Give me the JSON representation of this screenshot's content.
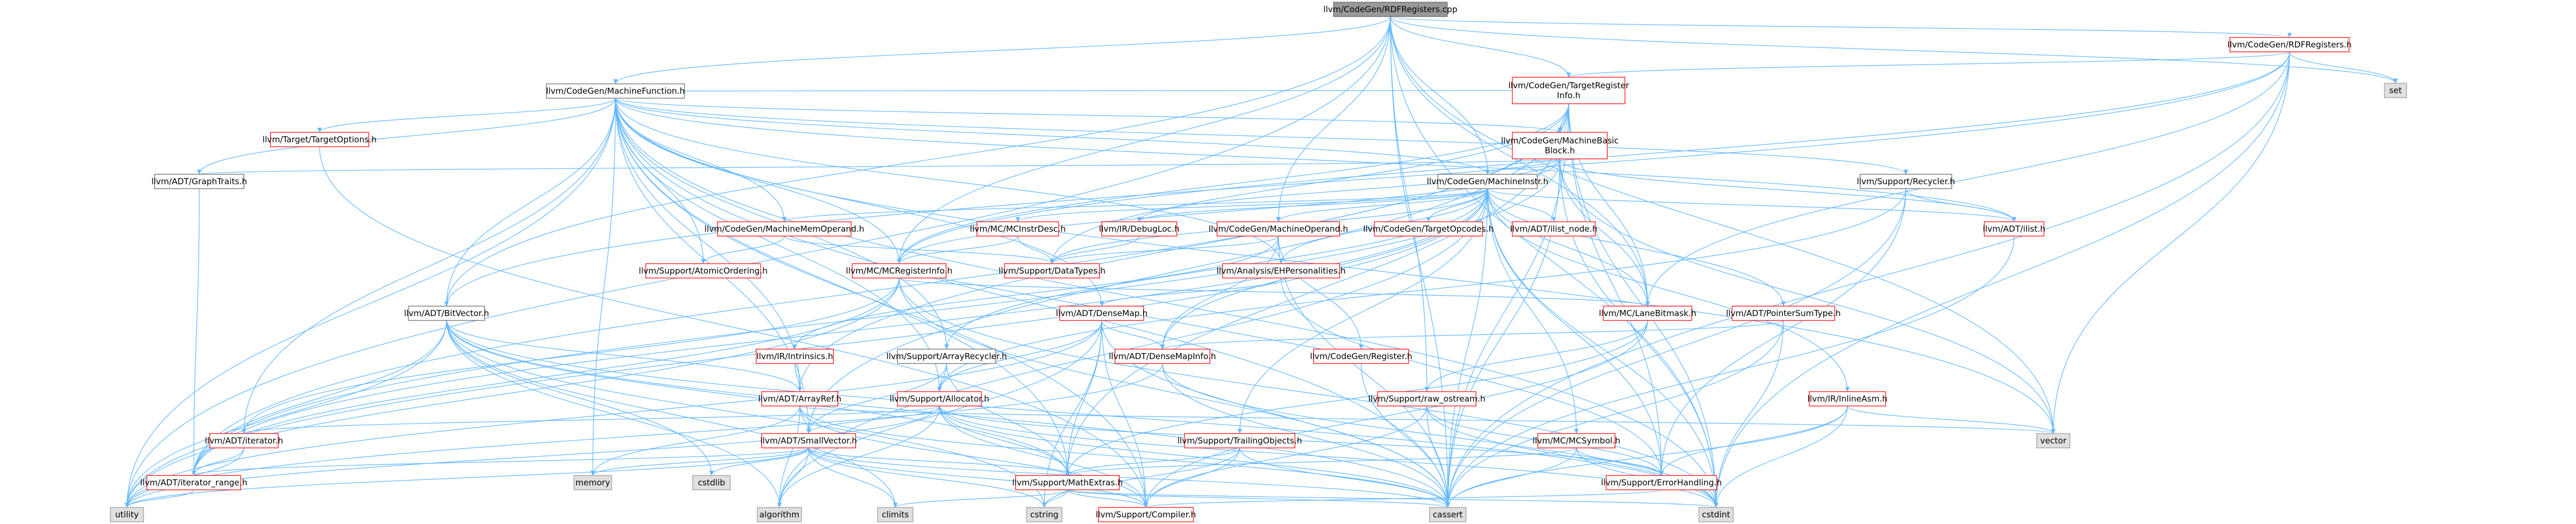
{
  "graph": {
    "nodes": [
      {
        "id": "root",
        "label": [
          "llvm/CodeGen/RDFRegisters.cpp"
        ],
        "kind": "root"
      },
      {
        "id": "rdfh",
        "label": [
          "llvm/CodeGen/RDFRegisters.h"
        ],
        "kind": "red"
      },
      {
        "id": "set",
        "label": [
          "set"
        ],
        "kind": "gray"
      },
      {
        "id": "tri",
        "label": [
          "llvm/CodeGen/TargetRegister",
          "Info.h"
        ],
        "kind": "red"
      },
      {
        "id": "mf",
        "label": [
          "llvm/CodeGen/MachineFunction.h"
        ],
        "kind": "blk"
      },
      {
        "id": "mbb",
        "label": [
          "llvm/CodeGen/MachineBasic",
          "Block.h"
        ],
        "kind": "red"
      },
      {
        "id": "targopt",
        "label": [
          "llvm/Target/TargetOptions.h"
        ],
        "kind": "red"
      },
      {
        "id": "graphtraits",
        "label": [
          "llvm/ADT/GraphTraits.h"
        ],
        "kind": "blk"
      },
      {
        "id": "mi",
        "label": [
          "llvm/CodeGen/MachineInstr.h"
        ],
        "kind": "blk"
      },
      {
        "id": "recycler",
        "label": [
          "llvm/Support/Recycler.h"
        ],
        "kind": "blk"
      },
      {
        "id": "mmo",
        "label": [
          "llvm/CodeGen/MachineMemOperand.h"
        ],
        "kind": "red"
      },
      {
        "id": "mcid",
        "label": [
          "llvm/MC/MCInstrDesc.h"
        ],
        "kind": "red"
      },
      {
        "id": "debugloc",
        "label": [
          "llvm/IR/DebugLoc.h"
        ],
        "kind": "red"
      },
      {
        "id": "mo",
        "label": [
          "llvm/CodeGen/MachineOperand.h"
        ],
        "kind": "red"
      },
      {
        "id": "targopc",
        "label": [
          "llvm/CodeGen/TargetOpcodes.h"
        ],
        "kind": "red"
      },
      {
        "id": "ilistnode",
        "label": [
          "llvm/ADT/ilist_node.h"
        ],
        "kind": "red"
      },
      {
        "id": "ilist",
        "label": [
          "llvm/ADT/ilist.h"
        ],
        "kind": "red"
      },
      {
        "id": "atomicord",
        "label": [
          "llvm/Support/AtomicOrdering.h"
        ],
        "kind": "red"
      },
      {
        "id": "mcreg",
        "label": [
          "llvm/MC/MCRegisterInfo.h"
        ],
        "kind": "red"
      },
      {
        "id": "datatypes",
        "label": [
          "llvm/Support/DataTypes.h"
        ],
        "kind": "red"
      },
      {
        "id": "ehpers",
        "label": [
          "llvm/Analysis/EHPersonalities.h"
        ],
        "kind": "red"
      },
      {
        "id": "lanebm",
        "label": [
          "llvm/MC/LaneBitmask.h"
        ],
        "kind": "red"
      },
      {
        "id": "ptrsum",
        "label": [
          "llvm/ADT/PointerSumType.h"
        ],
        "kind": "red"
      },
      {
        "id": "bitvector",
        "label": [
          "llvm/ADT/BitVector.h"
        ],
        "kind": "blk"
      },
      {
        "id": "densemap",
        "label": [
          "llvm/ADT/DenseMap.h"
        ],
        "kind": "red"
      },
      {
        "id": "arrayrecycler",
        "label": [
          "llvm/Support/ArrayRecycler.h"
        ],
        "kind": "blk"
      },
      {
        "id": "densemapinfo",
        "label": [
          "llvm/ADT/DenseMapInfo.h"
        ],
        "kind": "red"
      },
      {
        "id": "cgregister",
        "label": [
          "llvm/CodeGen/Register.h"
        ],
        "kind": "red"
      },
      {
        "id": "intrinsics",
        "label": [
          "llvm/IR/Intrinsics.h"
        ],
        "kind": "red"
      },
      {
        "id": "arrayref",
        "label": [
          "llvm/ADT/ArrayRef.h"
        ],
        "kind": "red"
      },
      {
        "id": "allocator",
        "label": [
          "llvm/Support/Allocator.h"
        ],
        "kind": "red"
      },
      {
        "id": "rawostream",
        "label": [
          "llvm/Support/raw_ostream.h"
        ],
        "kind": "red"
      },
      {
        "id": "inlineasm",
        "label": [
          "llvm/IR/InlineAsm.h"
        ],
        "kind": "red"
      },
      {
        "id": "iterator",
        "label": [
          "llvm/ADT/iterator.h"
        ],
        "kind": "red"
      },
      {
        "id": "smallvector",
        "label": [
          "llvm/ADT/SmallVector.h"
        ],
        "kind": "red"
      },
      {
        "id": "trailing",
        "label": [
          "llvm/Support/TrailingObjects.h"
        ],
        "kind": "red"
      },
      {
        "id": "mcsymbol",
        "label": [
          "llvm/MC/MCSymbol.h"
        ],
        "kind": "red"
      },
      {
        "id": "vector",
        "label": [
          "vector"
        ],
        "kind": "gray"
      },
      {
        "id": "iterrange",
        "label": [
          "llvm/ADT/iterator_range.h"
        ],
        "kind": "red"
      },
      {
        "id": "memory",
        "label": [
          "memory"
        ],
        "kind": "gray"
      },
      {
        "id": "cstdlib",
        "label": [
          "cstdlib"
        ],
        "kind": "gray"
      },
      {
        "id": "mathextras",
        "label": [
          "llvm/Support/MathExtras.h"
        ],
        "kind": "red"
      },
      {
        "id": "errorhandling",
        "label": [
          "llvm/Support/ErrorHandling.h"
        ],
        "kind": "red"
      },
      {
        "id": "utility",
        "label": [
          "utility"
        ],
        "kind": "gray"
      },
      {
        "id": "algorithm",
        "label": [
          "algorithm"
        ],
        "kind": "gray"
      },
      {
        "id": "climits",
        "label": [
          "climits"
        ],
        "kind": "gray"
      },
      {
        "id": "cstring",
        "label": [
          "cstring"
        ],
        "kind": "gray"
      },
      {
        "id": "compiler",
        "label": [
          "llvm/Support/Compiler.h"
        ],
        "kind": "red"
      },
      {
        "id": "cassert",
        "label": [
          "cassert"
        ],
        "kind": "gray"
      },
      {
        "id": "cstdint",
        "label": [
          "cstdint"
        ],
        "kind": "gray"
      }
    ],
    "edges": [
      [
        "root",
        "rdfh"
      ],
      [
        "root",
        "set"
      ],
      [
        "root",
        "tri"
      ],
      [
        "root",
        "mf"
      ],
      [
        "root",
        "mi"
      ],
      [
        "root",
        "mo"
      ],
      [
        "root",
        "mcreg"
      ],
      [
        "root",
        "lanebm"
      ],
      [
        "root",
        "bitvector"
      ],
      [
        "root",
        "rawostream"
      ],
      [
        "root",
        "cassert"
      ],
      [
        "root",
        "cstdint"
      ],
      [
        "root",
        "utility"
      ],
      [
        "root",
        "vector"
      ],
      [
        "rdfh",
        "set"
      ],
      [
        "rdfh",
        "tri"
      ],
      [
        "rdfh",
        "lanebm"
      ],
      [
        "rdfh",
        "mcreg"
      ],
      [
        "rdfh",
        "cassert"
      ],
      [
        "rdfh",
        "cstdint"
      ],
      [
        "rdfh",
        "vector"
      ],
      [
        "rdfh",
        "bitvector"
      ],
      [
        "tri",
        "mbb"
      ],
      [
        "tri",
        "mf"
      ],
      [
        "tri",
        "mcreg"
      ],
      [
        "tri",
        "arrayref"
      ],
      [
        "tri",
        "iterrange"
      ],
      [
        "tri",
        "lanebm"
      ],
      [
        "tri",
        "mathextras"
      ],
      [
        "tri",
        "cassert"
      ],
      [
        "tri",
        "cstdint"
      ],
      [
        "tri",
        "smallvector"
      ],
      [
        "tri",
        "datatypes"
      ],
      [
        "tri",
        "errorhandling"
      ],
      [
        "mf",
        "mbb"
      ],
      [
        "mf",
        "targopt"
      ],
      [
        "mf",
        "graphtraits"
      ],
      [
        "mf",
        "mi"
      ],
      [
        "mf",
        "recycler"
      ],
      [
        "mf",
        "mmo"
      ],
      [
        "mf",
        "bitvector"
      ],
      [
        "mf",
        "densemap"
      ],
      [
        "mf",
        "arrayref"
      ],
      [
        "mf",
        "smallvector"
      ],
      [
        "mf",
        "ilist"
      ],
      [
        "mf",
        "iterator"
      ],
      [
        "mf",
        "allocator"
      ],
      [
        "mf",
        "arrayrecycler"
      ],
      [
        "mf",
        "atomicord"
      ],
      [
        "mf",
        "compiler"
      ],
      [
        "mf",
        "mathextras"
      ],
      [
        "mf",
        "ehpers"
      ],
      [
        "mf",
        "cassert"
      ],
      [
        "mf",
        "cstdint"
      ],
      [
        "mf",
        "memory"
      ],
      [
        "mf",
        "utility"
      ],
      [
        "mf",
        "vector"
      ],
      [
        "mf",
        "mcreg"
      ],
      [
        "mbb",
        "graphtraits"
      ],
      [
        "mbb",
        "mi"
      ],
      [
        "mbb",
        "ilist"
      ],
      [
        "mbb",
        "iterrange"
      ],
      [
        "mbb",
        "lanebm"
      ],
      [
        "mbb",
        "mcreg"
      ],
      [
        "mbb",
        "debugloc"
      ],
      [
        "mbb",
        "cassert"
      ],
      [
        "mbb",
        "cstdint"
      ],
      [
        "mbb",
        "vector"
      ],
      [
        "mbb",
        "sparse"
      ],
      [
        "targopt",
        "compiler"
      ],
      [
        "graphtraits",
        "iterrange"
      ],
      [
        "mi",
        "mmo"
      ],
      [
        "mi",
        "mcid"
      ],
      [
        "mi",
        "debugloc"
      ],
      [
        "mi",
        "mo"
      ],
      [
        "mi",
        "targopc"
      ],
      [
        "mi",
        "ilistnode"
      ],
      [
        "mi",
        "ilist"
      ],
      [
        "mi",
        "densemapinfo"
      ],
      [
        "mi",
        "ptrsum"
      ],
      [
        "mi",
        "arrayrecycler"
      ],
      [
        "mi",
        "trailing"
      ],
      [
        "mi",
        "mcsymbol"
      ],
      [
        "mi",
        "inlineasm"
      ],
      [
        "mi",
        "datatypes"
      ],
      [
        "mi",
        "ehpers"
      ],
      [
        "mi",
        "iterrange"
      ],
      [
        "mi",
        "algorithm"
      ],
      [
        "mi",
        "cassert"
      ],
      [
        "mi",
        "cstdint"
      ],
      [
        "mi",
        "utility"
      ],
      [
        "mi",
        "lanebm"
      ],
      [
        "mi",
        "errorhandling"
      ],
      [
        "recycler",
        "allocator"
      ],
      [
        "recycler",
        "errorhandling"
      ],
      [
        "recycler",
        "cassert"
      ],
      [
        "recycler",
        "ilist"
      ],
      [
        "mmo",
        "atomicord"
      ],
      [
        "mmo",
        "datatypes"
      ],
      [
        "mcid",
        "datatypes"
      ],
      [
        "mcid",
        "mcreg"
      ],
      [
        "debugloc",
        "datatypes"
      ],
      [
        "mo",
        "densemapinfo"
      ],
      [
        "mo",
        "cgregister"
      ],
      [
        "mo",
        "intrinsics"
      ],
      [
        "mo",
        "datatypes"
      ],
      [
        "mo",
        "cassert"
      ],
      [
        "ilist",
        "cassert"
      ],
      [
        "mcreg",
        "lanebm"
      ],
      [
        "mcreg",
        "iterator"
      ],
      [
        "mcreg",
        "iterrange"
      ],
      [
        "mcreg",
        "cassert"
      ],
      [
        "mcreg",
        "cstdint"
      ],
      [
        "mcreg",
        "utility"
      ],
      [
        "ehpers",
        "densemap"
      ],
      [
        "ehpers",
        "errorhandling"
      ],
      [
        "lanebm",
        "compiler"
      ],
      [
        "lanebm",
        "mathextras"
      ],
      [
        "lanebm",
        "rawostream"
      ],
      [
        "ptrsum",
        "densemapinfo"
      ],
      [
        "ptrsum",
        "cassert"
      ],
      [
        "ptrsum",
        "cstdint"
      ],
      [
        "bitvector",
        "arrayref"
      ],
      [
        "bitvector",
        "iterrange"
      ],
      [
        "bitvector",
        "mathextras"
      ],
      [
        "bitvector",
        "algorithm"
      ],
      [
        "bitvector",
        "cassert"
      ],
      [
        "bitvector",
        "climits"
      ],
      [
        "bitvector",
        "cstdint"
      ],
      [
        "bitvector",
        "cstdlib"
      ],
      [
        "bitvector",
        "cstring"
      ],
      [
        "bitvector",
        "utility"
      ],
      [
        "densemap",
        "densemapinfo"
      ],
      [
        "densemap",
        "allocator"
      ],
      [
        "densemap",
        "mathextras"
      ],
      [
        "densemap",
        "compiler"
      ],
      [
        "densemap",
        "algorithm"
      ],
      [
        "densemap",
        "cassert"
      ],
      [
        "densemap",
        "cstring"
      ],
      [
        "densemap",
        "utility"
      ],
      [
        "arrayrecycler",
        "smallvector"
      ],
      [
        "arrayrecycler",
        "allocator"
      ],
      [
        "arrayrecycler",
        "mathextras"
      ],
      [
        "densemapinfo",
        "cassert"
      ],
      [
        "densemapinfo",
        "cstdint"
      ],
      [
        "densemapinfo",
        "utility"
      ],
      [
        "cgregister",
        "mcreg"
      ],
      [
        "cgregister",
        "cassert"
      ],
      [
        "intrinsics",
        "arrayref"
      ],
      [
        "arrayref",
        "smallvector"
      ],
      [
        "arrayref",
        "compiler"
      ],
      [
        "arrayref",
        "algorithm"
      ],
      [
        "arrayref",
        "cassert"
      ],
      [
        "arrayref",
        "memory"
      ],
      [
        "arrayref",
        "vector"
      ],
      [
        "allocator",
        "compiler"
      ],
      [
        "allocator",
        "mathextras"
      ],
      [
        "allocator",
        "errorhandling"
      ],
      [
        "allocator",
        "cstddef"
      ],
      [
        "allocator",
        "cstdint"
      ],
      [
        "allocator",
        "cassert"
      ],
      [
        "allocator",
        "algorithm"
      ],
      [
        "allocator",
        "iterator"
      ],
      [
        "allocator",
        "utility"
      ],
      [
        "allocator",
        "smallvector"
      ],
      [
        "rawostream",
        "cstdint"
      ],
      [
        "rawostream",
        "cassert"
      ],
      [
        "rawostream",
        "compiler"
      ],
      [
        "rawostream",
        "errorhandling"
      ],
      [
        "inlineasm",
        "errorhandling"
      ],
      [
        "inlineasm",
        "cassert"
      ],
      [
        "inlineasm",
        "cstdint"
      ],
      [
        "inlineasm",
        "vector"
      ],
      [
        "iterator",
        "iterrange"
      ],
      [
        "iterator",
        "utility"
      ],
      [
        "smallvector",
        "compiler"
      ],
      [
        "smallvector",
        "algorithm"
      ],
      [
        "smallvector",
        "cassert"
      ],
      [
        "smallvector",
        "cstddef"
      ],
      [
        "smallvector",
        "cstdlib"
      ],
      [
        "smallvector",
        "cstring"
      ],
      [
        "smallvector",
        "utility"
      ],
      [
        "smallvector",
        "memory"
      ],
      [
        "smallvector",
        "climits"
      ],
      [
        "smallvector",
        "iterrange"
      ],
      [
        "smallvector",
        "mathextras"
      ],
      [
        "trailing",
        "compiler"
      ],
      [
        "trailing",
        "mathextras"
      ],
      [
        "trailing",
        "cassert"
      ],
      [
        "trailing",
        "cstring"
      ],
      [
        "mcsymbol",
        "errorhandling"
      ],
      [
        "mcsymbol",
        "mathextras"
      ],
      [
        "mcsymbol",
        "cassert"
      ],
      [
        "mcsymbol",
        "cstdint"
      ],
      [
        "mathextras",
        "compiler"
      ],
      [
        "mathextras",
        "cassert"
      ],
      [
        "mathextras",
        "climits"
      ],
      [
        "mathextras",
        "cstdint"
      ],
      [
        "mathextras",
        "cstring"
      ],
      [
        "errorhandling",
        "compiler"
      ],
      [
        "iterrange",
        "utility"
      ]
    ]
  }
}
